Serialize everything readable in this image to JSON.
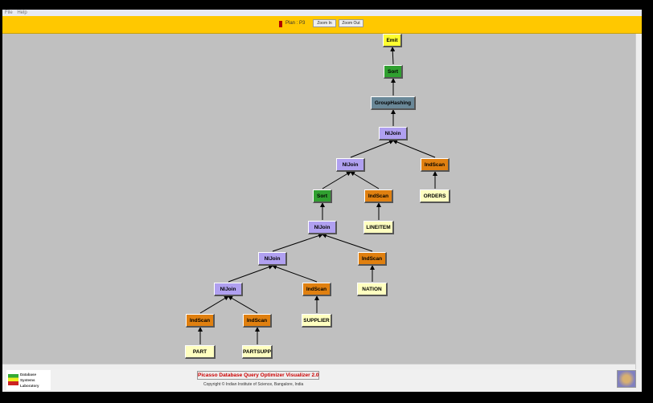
{
  "menu": [
    "File",
    "Help"
  ],
  "toolbar": {
    "plan_label": "Plan : P3",
    "zoom_in": "Zoom In",
    "zoom_out": "Zoom Out"
  },
  "colors": {
    "Emit": "#ffff30",
    "Sort": "#30a030",
    "GroupHashing": "#6a8898",
    "NlJoin": "#b0a0f0",
    "IndScan": "#e08010",
    "Relation": "#ffffc0"
  },
  "plan_nodes": [
    {
      "label": "Emit",
      "type": "Emit",
      "parent": null
    },
    {
      "label": "Sort",
      "type": "Sort",
      "parent": 0
    },
    {
      "label": "GroupHashing",
      "type": "GroupHashing",
      "parent": 1
    },
    {
      "label": "NlJoin",
      "type": "NlJoin",
      "parent": 2
    },
    {
      "label": "NlJoin",
      "type": "NlJoin",
      "parent": 3
    },
    {
      "label": "IndScan",
      "type": "IndScan",
      "parent": 3
    },
    {
      "label": "Sort",
      "type": "Sort",
      "parent": 4
    },
    {
      "label": "IndScan",
      "type": "IndScan",
      "parent": 4
    },
    {
      "label": "ORDERS",
      "type": "Relation",
      "parent": 5
    },
    {
      "label": "NlJoin",
      "type": "NlJoin",
      "parent": 6
    },
    {
      "label": "LINEITEM",
      "type": "Relation",
      "parent": 7
    },
    {
      "label": "NlJoin",
      "type": "NlJoin",
      "parent": 9
    },
    {
      "label": "IndScan",
      "type": "IndScan",
      "parent": 9
    },
    {
      "label": "NlJoin",
      "type": "NlJoin",
      "parent": 11
    },
    {
      "label": "IndScan",
      "type": "IndScan",
      "parent": 11
    },
    {
      "label": "NATION",
      "type": "Relation",
      "parent": 12
    },
    {
      "label": "IndScan",
      "type": "IndScan",
      "parent": 13
    },
    {
      "label": "IndScan",
      "type": "IndScan",
      "parent": 13
    },
    {
      "label": "SUPPLIER",
      "type": "Relation",
      "parent": 14
    },
    {
      "label": "PART",
      "type": "Relation",
      "parent": 16
    },
    {
      "label": "PARTSUPP",
      "type": "Relation",
      "parent": 17
    }
  ],
  "footer": {
    "logo_text": "Database Systems Laboratory",
    "title": "Picasso Database Query Optimizer Visualizer 2.0",
    "copyright": "Copyright © Indian Institute of Science, Bangalore, India"
  }
}
